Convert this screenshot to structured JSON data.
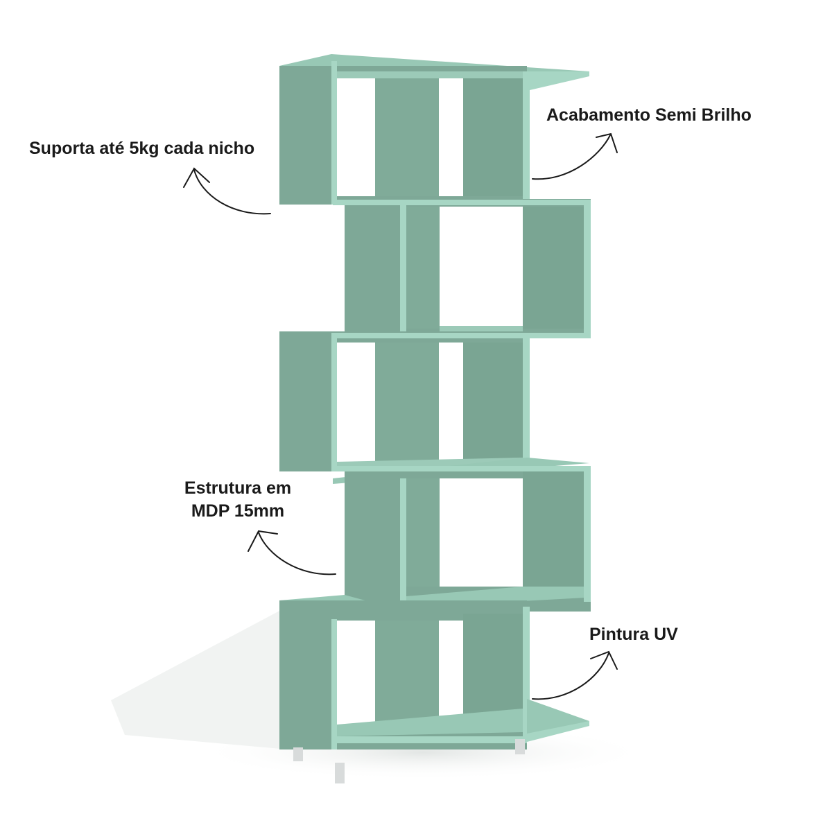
{
  "product": {
    "colors": {
      "body": "#7ea897",
      "edge": "#a7d6c4",
      "inner": "#7aa593",
      "top": "#97c6b3",
      "shadow": "#e9ecea",
      "feet": "#d8dbdb",
      "ink": "#1a1a1a"
    },
    "callouts": {
      "support": "Suporta até 5kg cada nicho",
      "finish": "Acabamento Semi Brilho",
      "structure_line1": "Estrutura em",
      "structure_line2": "MDP 15mm",
      "paint": "Pintura UV"
    },
    "icons": [
      "curved-arrow-icon"
    ]
  }
}
